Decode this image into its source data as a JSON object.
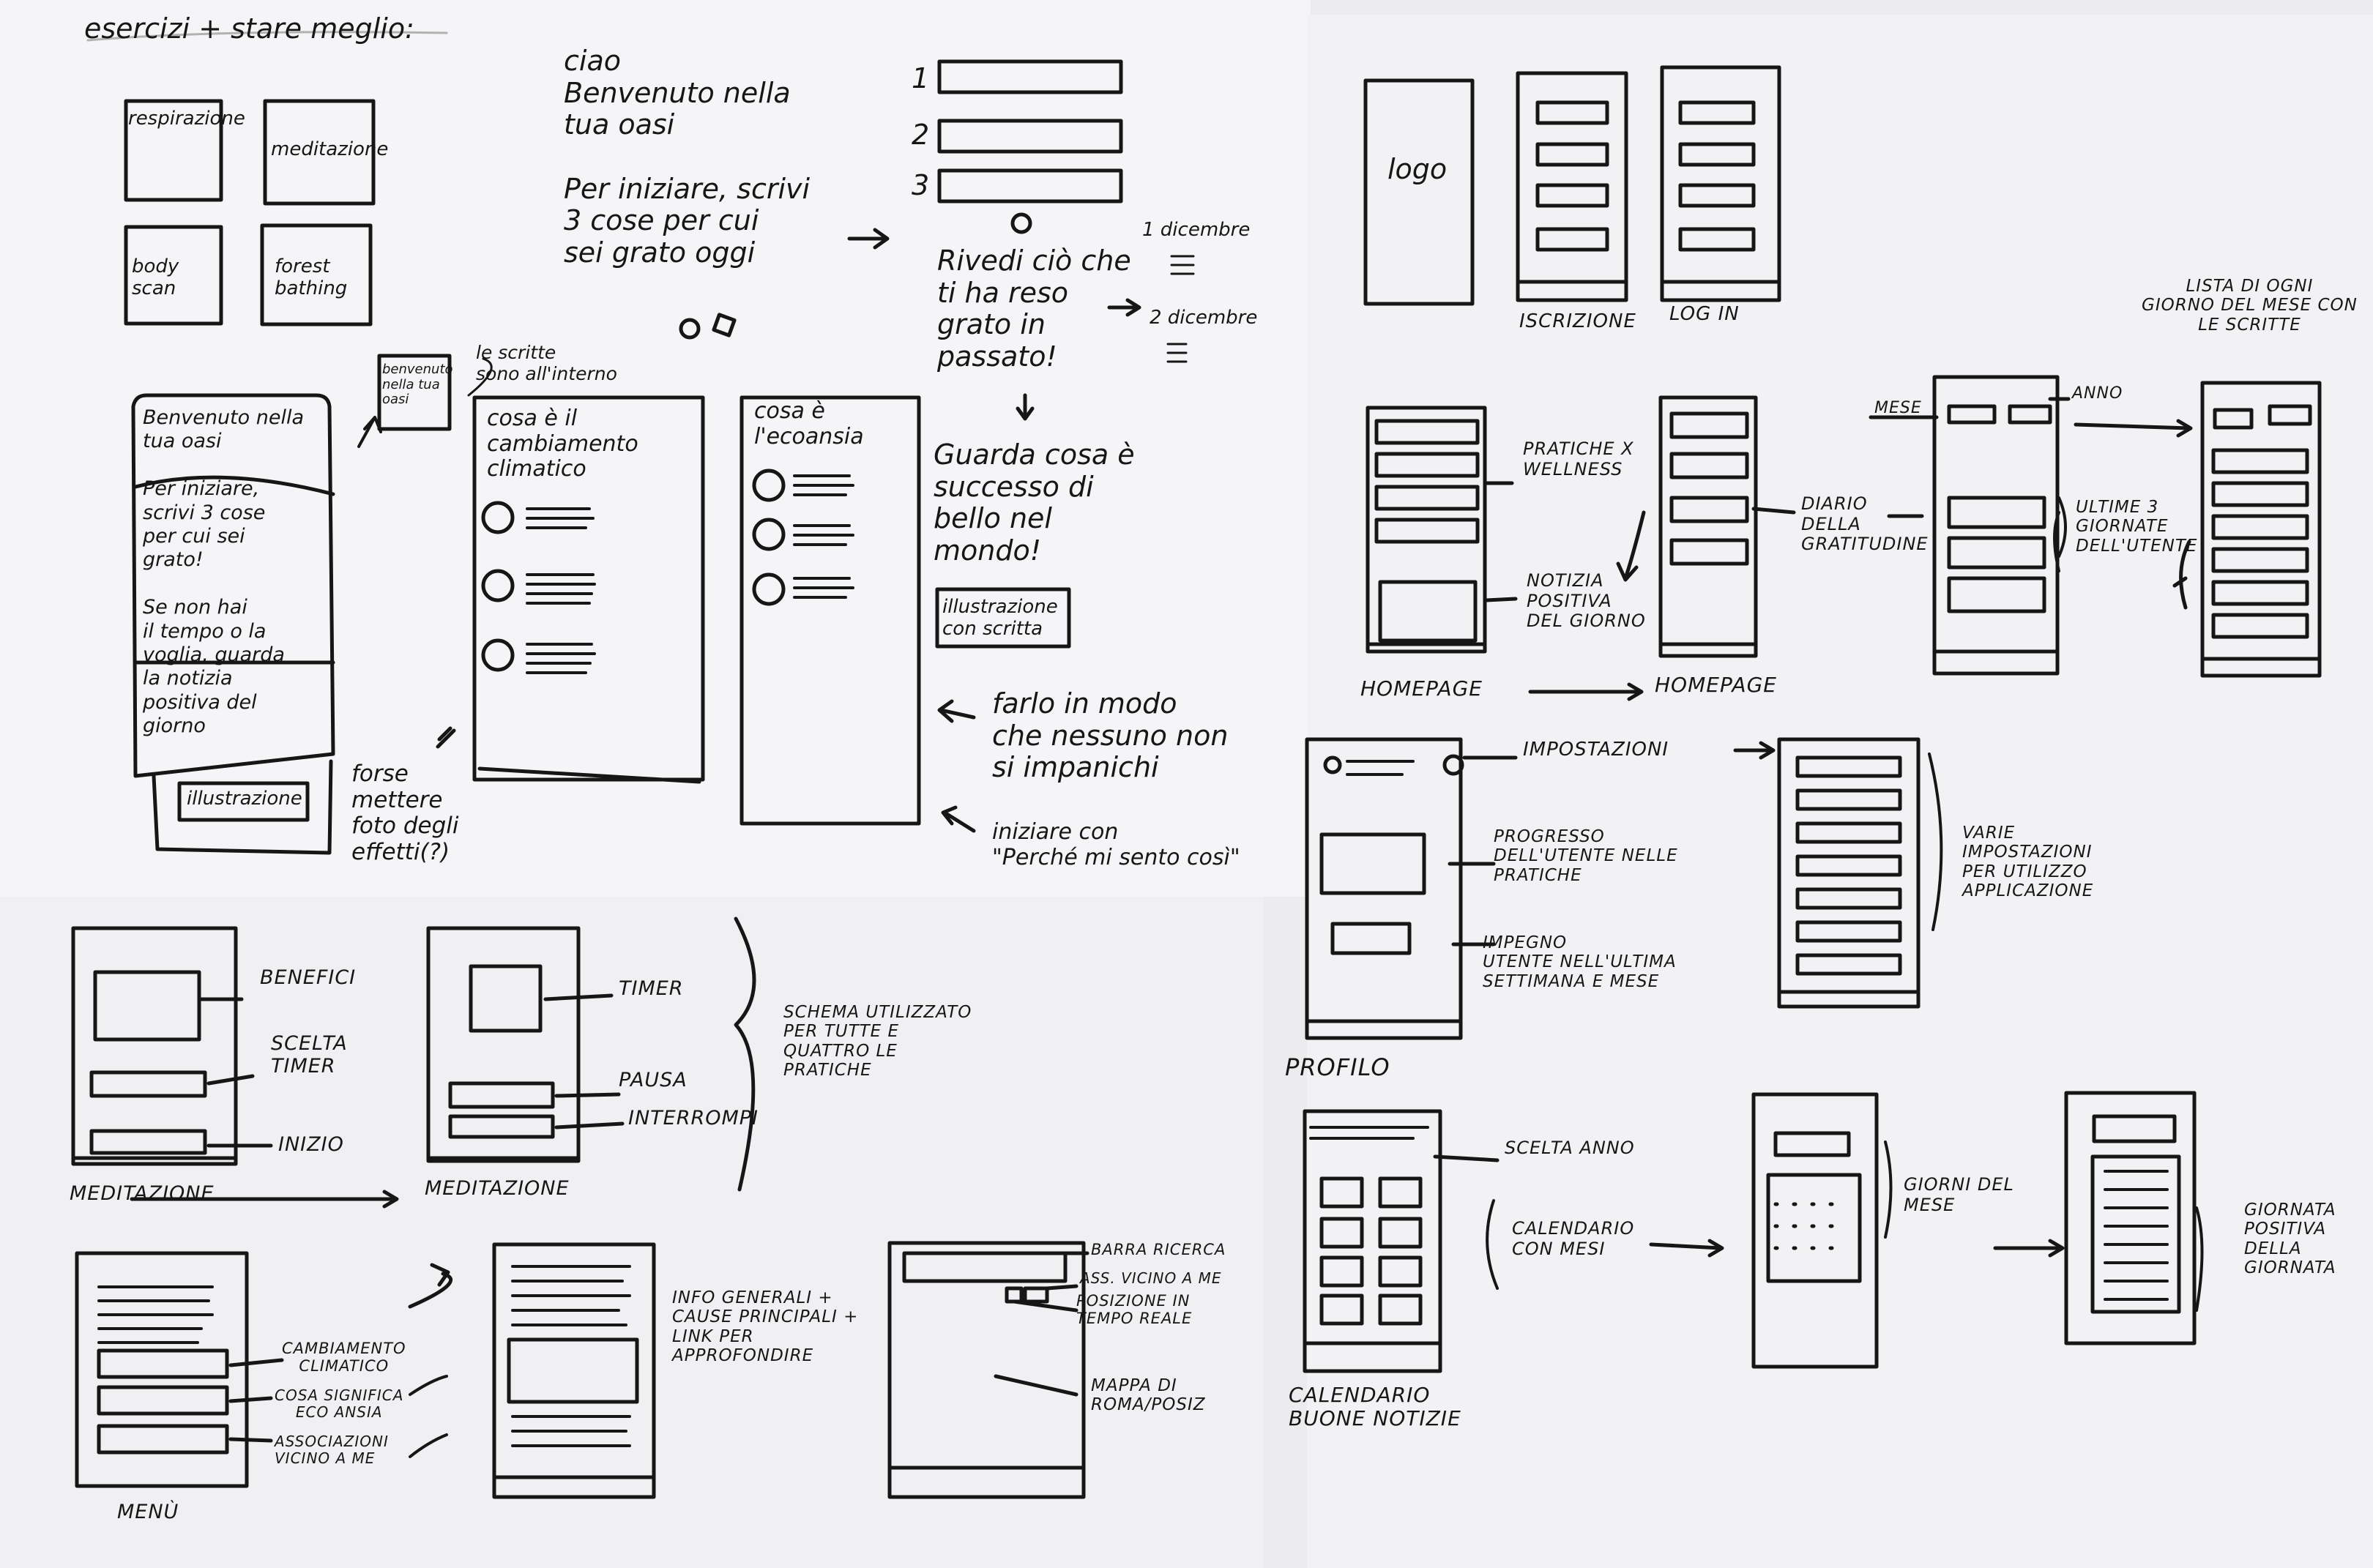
{
  "sheet1": {
    "heading": "esercizi + stare meglio:",
    "tiles": [
      "respirazione",
      "meditazione",
      "body scan",
      "forest bathing"
    ],
    "flow_text": "ciao\nBenvenuto nella\ntua oasi\n\nPer iniziare, scrivi\n3 cose per cui\nsei grato oggi",
    "numbers": [
      "1",
      "2",
      "3"
    ],
    "rivedi": "Rivedi ciò che\nti ha reso\ngrato in\npassato!",
    "date1": "1 dicembre",
    "date2": "2 dicembre",
    "guarda": "Guarda cosa è\nsuccesso di\nbello nel\nmondo!",
    "illustrazione_scritta": "illustrazione\ncon scritta",
    "phone1": "Benvenuto nella\ntua oasi\n\nPer iniziare,\nscrivi 3 cose\nper cui sei\ngrato!\n\nSe non hai\nil tempo o la\nvoglia, guarda\nla notizia\npositiva del\ngiorno",
    "phone1_bottom": "illustrazione",
    "mini_phone": "benvenuto\nnella tua\noasi",
    "note_scritte": "le scritte\nsono all'interno",
    "climate": "cosa è il\ncambiamento\nclimatico",
    "eco": "cosa è\nl'ecoansia",
    "forse": "forse\nmettere\nfoto degli\neffetti(?)",
    "farlo": "farlo in modo\nche nessuno non\nsi impanichi",
    "iniziare": "iniziare con\n\"Perché mi sento così\""
  },
  "sheet2": {
    "logo": "logo",
    "iscrizione": "ISCRIZIONE",
    "login": "LOG IN",
    "lista": "LISTA DI OGNI\nGIORNO DEL MESE CON\nLE SCRITTE",
    "mese": "MESE",
    "anno": "ANNO",
    "pratiche": "PRATICHE X\nWELLNESS",
    "notizia": "NOTIZIA\nPOSITIVA\nDEL GIORNO",
    "diario": "DIARIO\nDELLA\nGRATITUDINE",
    "ultime": "ULTIME 3\nGIORNATE\nDELL'UTENTE",
    "homepage1": "HOMEPAGE",
    "homepage2": "HOMEPAGE",
    "impostazioni": "IMPOSTAZIONI",
    "progresso": "PROGRESSO\nDELL'UTENTE NELLE\nPRATICHE",
    "impegno": "IMPEGNO\nUTENTE NELL'ULTIMA\nSETTIMANA E MESE",
    "varie": "VARIE\nIMPOSTAZIONI\nPER UTILIZZO\nAPPLICAZIONE",
    "profilo": "PROFILO",
    "scelta_anno": "SCELTA ANNO",
    "calendario_mesi": "CALENDARIO\nCON MESI",
    "giorni_mese": "GIORNI DEL\nMESE",
    "giornata": "GIORNATA\nPOSITIVA\nDELLA\nGIORNATA",
    "calendario": "CALENDARIO\nBUONE NOTIZIE"
  },
  "sheet3": {
    "benefici": "BENEFICI",
    "scelta_timer": "SCELTA\nTIMER",
    "inizio": "INIZIO",
    "meditazione1": "MEDITAZIONE",
    "timer": "TIMER",
    "pausa": "PAUSA",
    "interrompi": "INTERROMPI",
    "meditazione2": "MEDITAZIONE",
    "schema": "SCHEMA UTILIZZATO\nPER TUTTE E\nQUATTRO LE\nPRATICHE",
    "cambiamento": "CAMBIAMENTO\nCLIMATICO",
    "cosa_significa": "COSA SIGNIFICA\nECO ANSIA",
    "associazioni": "ASSOCIAZIONI\nVICINO A ME",
    "menu": "MENÙ",
    "info": "INFO GENERALI +\nCAUSE PRINCIPALI +\nLINK PER\nAPPROFONDIRE",
    "barra": "BARRA RICERCA",
    "ass_vicino": "ASS. VICINO A ME",
    "posizione": "POSIZIONE IN\nTEMPO REALE",
    "mappa": "MAPPA DI\nROMA/POSIZ"
  }
}
